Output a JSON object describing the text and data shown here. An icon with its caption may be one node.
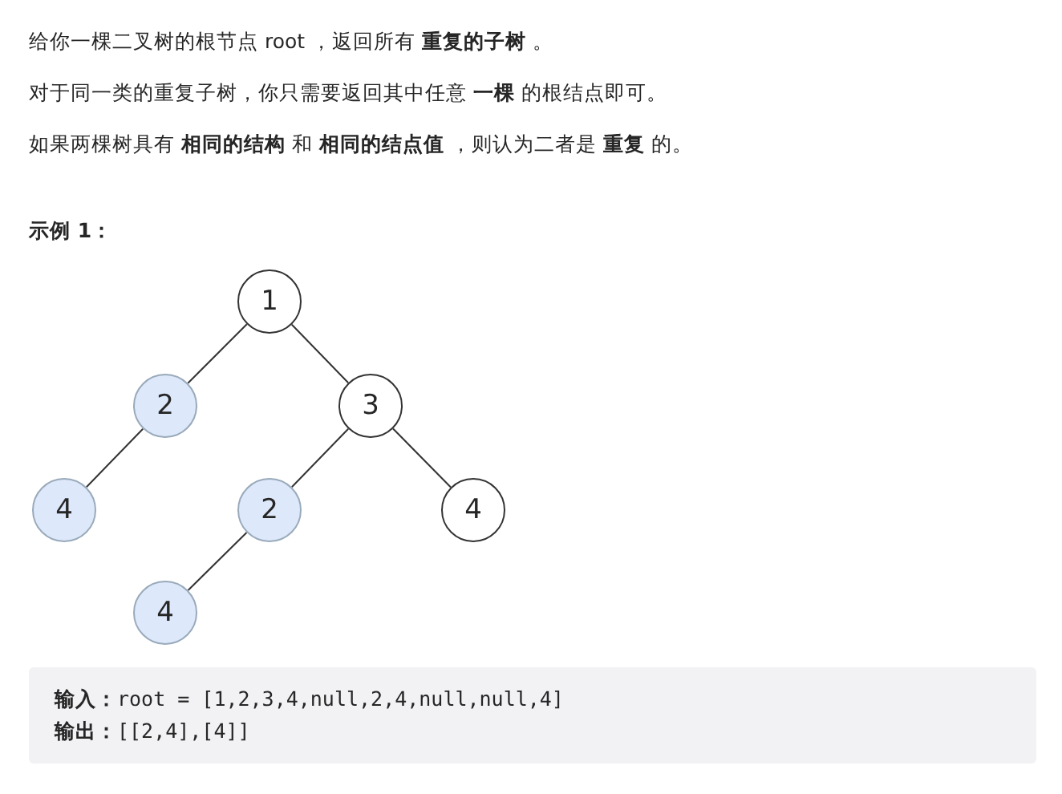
{
  "diagram": {
    "nodes": [
      {
        "text": [
          "1"
        ]
      },
      {
        "text": [
          "2"
        ]
      },
      {
        "text": [
          "3"
        ]
      },
      {
        "text": [
          "4"
        ]
      },
      {
        "text": [
          "2"
        ]
      },
      {
        "text": [
          "4"
        ]
      },
      {
        "text": [
          "4"
        ]
      }
    ],
    "edges": [
      {
        "from": 0,
        "to": 1,
        "arrow": "none"
      },
      {
        "from": 0,
        "to": 2,
        "arrow": "none"
      },
      {
        "from": 1,
        "to": 3,
        "arrow": "none"
      },
      {
        "from": 2,
        "to": 4,
        "arrow": "none"
      },
      {
        "from": 2,
        "to": 5,
        "arrow": "none"
      },
      {
        "from": 4,
        "to": 6,
        "arrow": "none"
      }
    ],
    "labels": [
      "给你一棵二叉树的根节点 root ，返回所有 **重复的子树** 。",
      "对于同一类的重复子树，你只需要返回其中任意 **一棵** 的根结点即可。",
      "如果两棵树具有 **相同的结构** 和 **相同的结点值** ，则认为二者是 **重复** 的。",
      "示例 1：",
      "**输入：**root = [1,2,3,4,null,2,4,null,null,4]",
      "**输出：**[[2,4],[4]]"
    ]
  }
}
